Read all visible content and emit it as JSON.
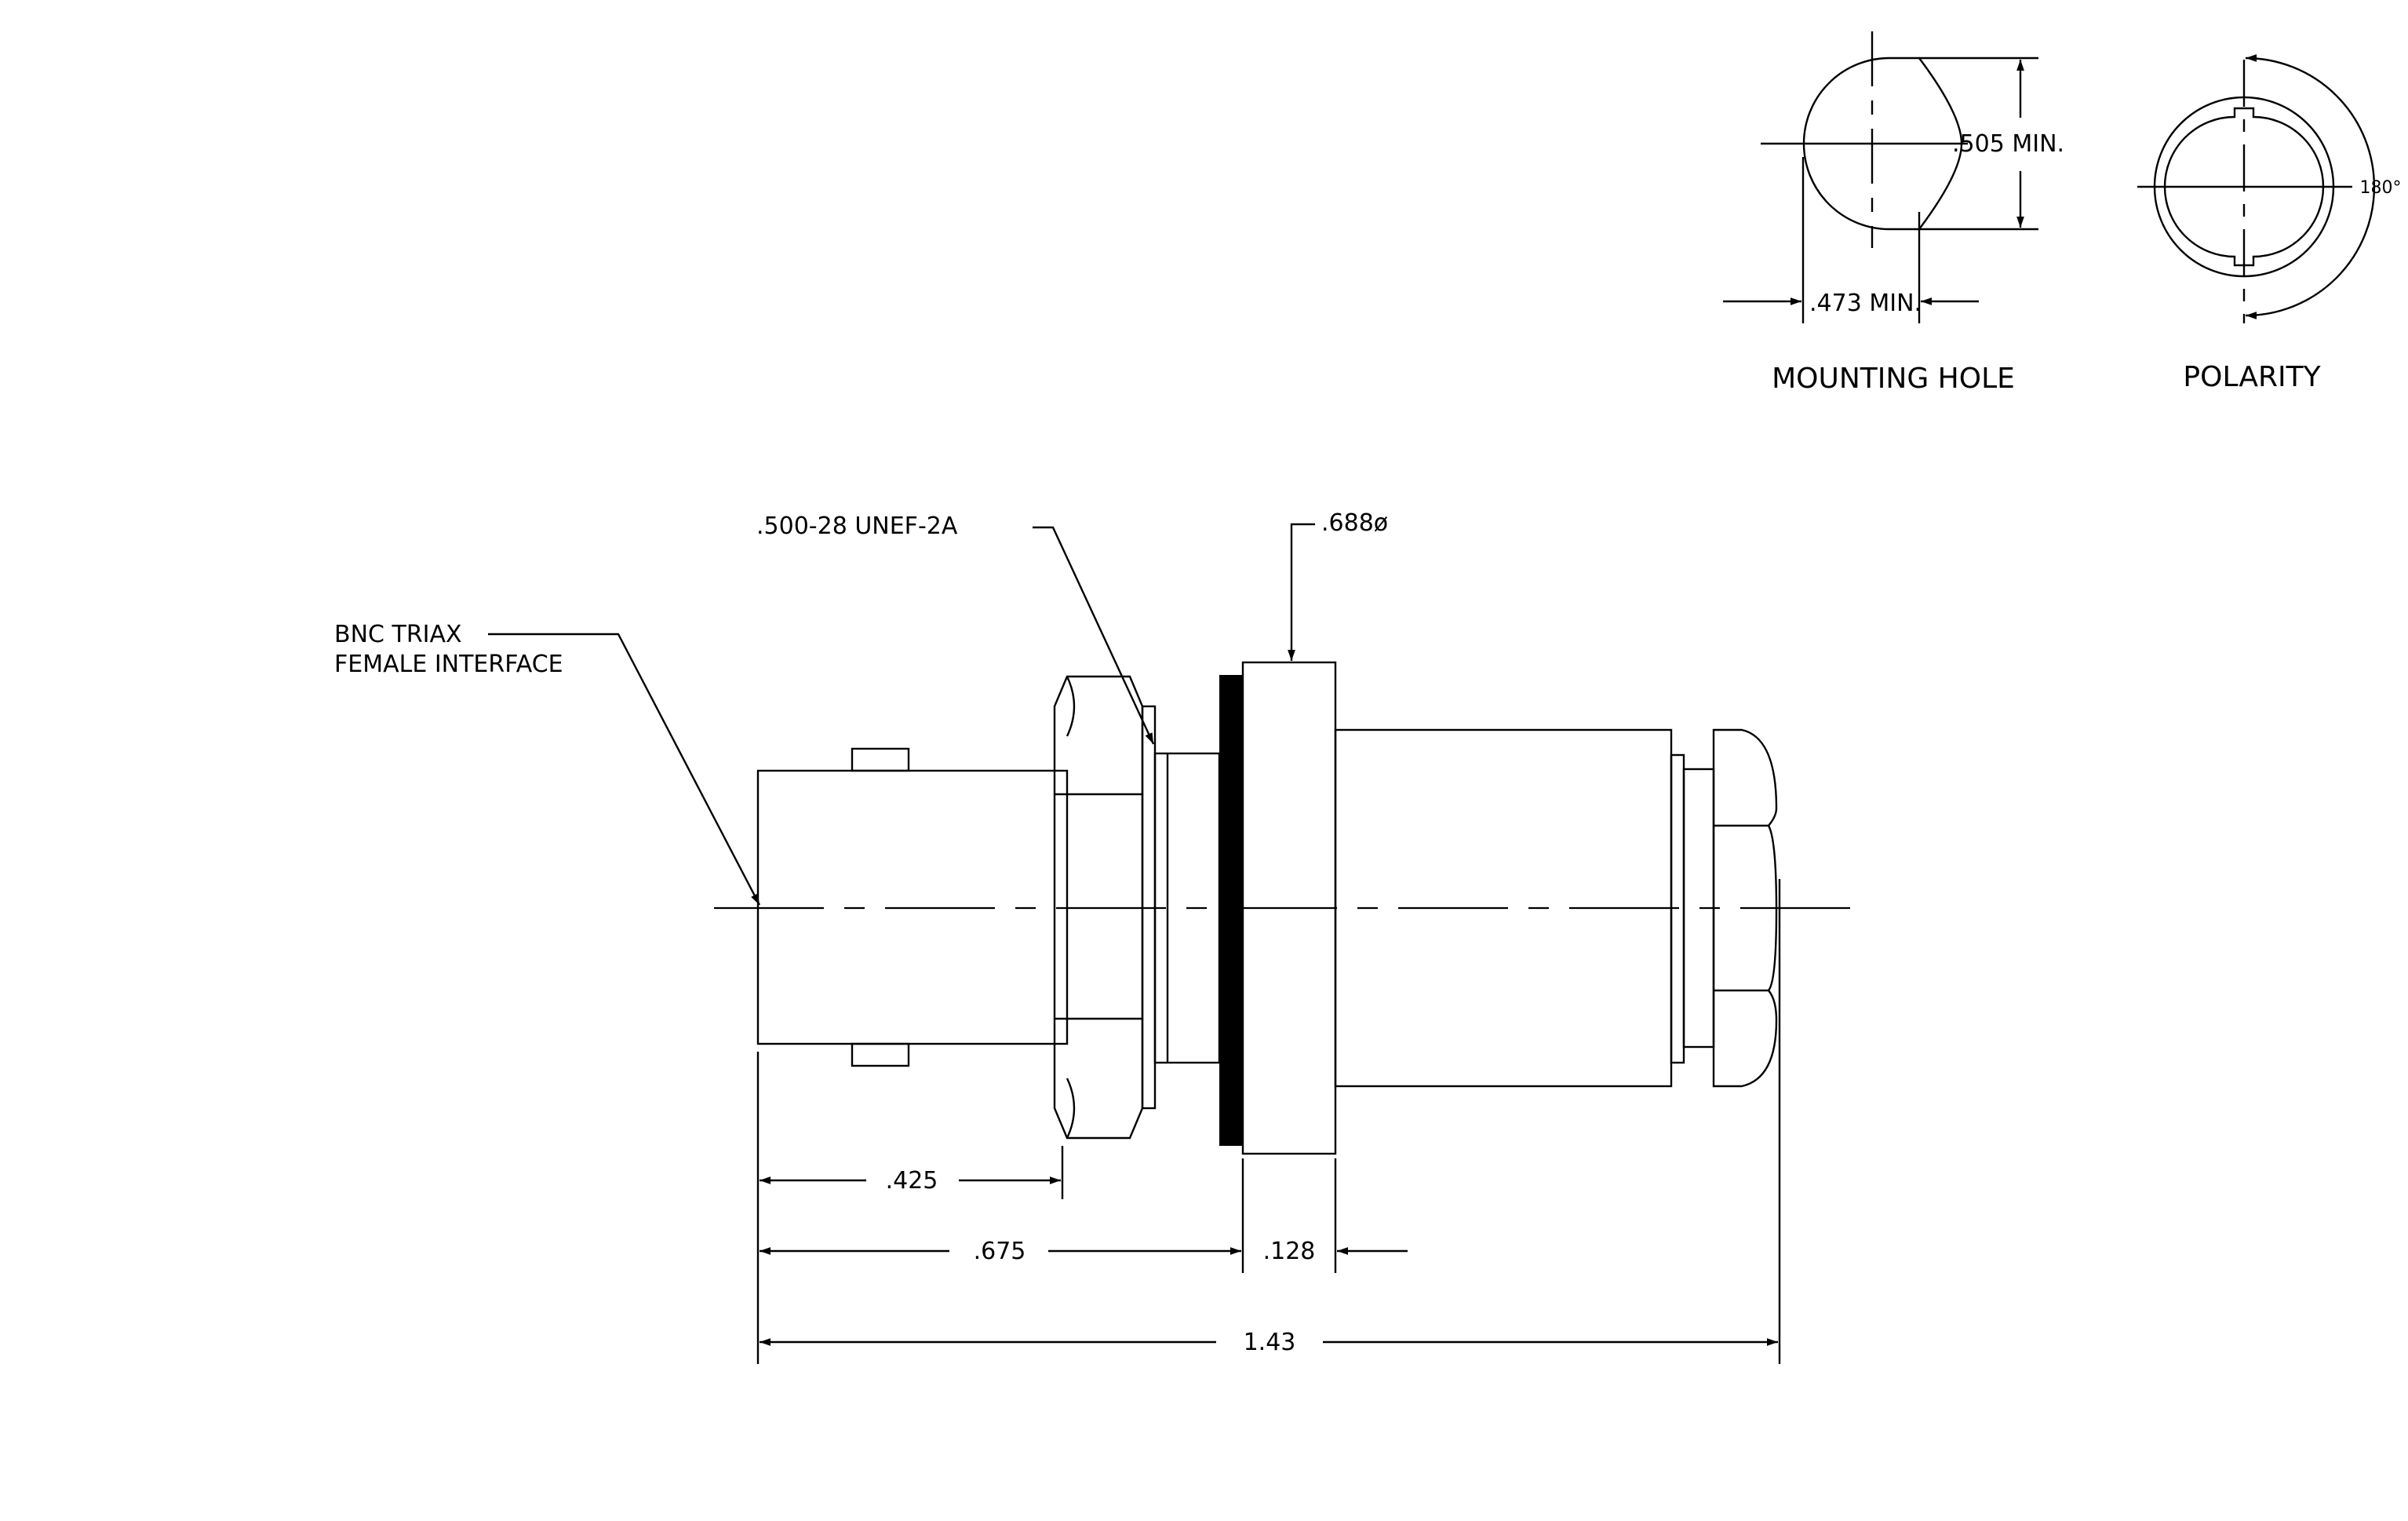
{
  "drawing": {
    "mounting_hole": {
      "caption": "MOUNTING HOLE",
      "height_dim": ".505 MIN.",
      "width_dim": ".473 MIN."
    },
    "polarity": {
      "caption": "POLARITY",
      "angle": "180°"
    },
    "callouts": {
      "interface_line1": "BNC TRIAX",
      "interface_line2": "FEMALE INTERFACE",
      "thread": ".500-28 UNEF-2A",
      "flange_dia": ".688ø"
    },
    "dimensions": {
      "d1": ".425",
      "d2": ".675",
      "d3": ".128",
      "overall": "1.43"
    }
  }
}
